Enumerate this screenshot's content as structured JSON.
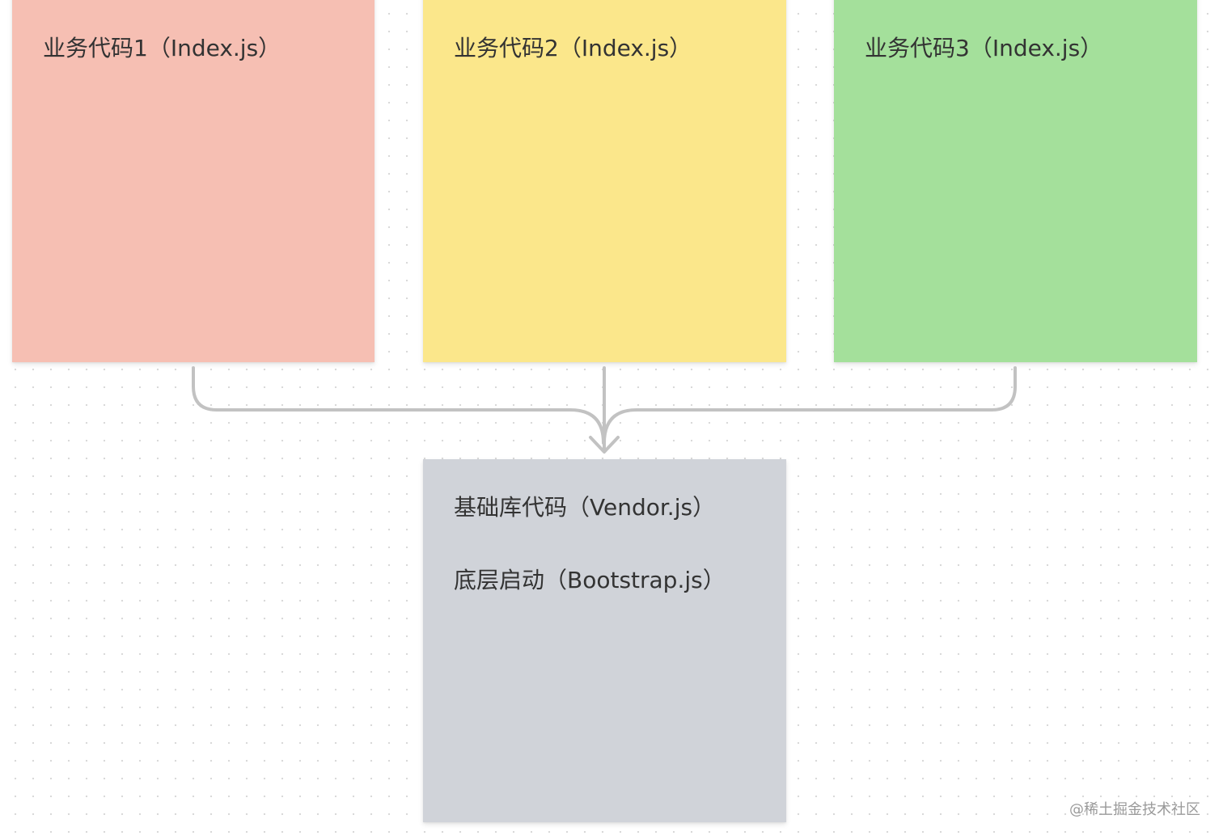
{
  "colors": {
    "note_1": "#F6BFB3",
    "note_2": "#FBE78B",
    "note_3": "#A4E09B",
    "note_base": "#D0D3D9",
    "connector": "#C2C2C2"
  },
  "notes": [
    {
      "id": "note-1",
      "title": "业务代码1（Index.js）"
    },
    {
      "id": "note-2",
      "title": "业务代码2（Index.js）"
    },
    {
      "id": "note-3",
      "title": "业务代码3（Index.js）"
    }
  ],
  "base_note": {
    "line_1": "基础库代码（Vendor.js）",
    "line_2": "底层启动（Bootstrap.js）"
  },
  "watermark": "@稀土掘金技术社区"
}
